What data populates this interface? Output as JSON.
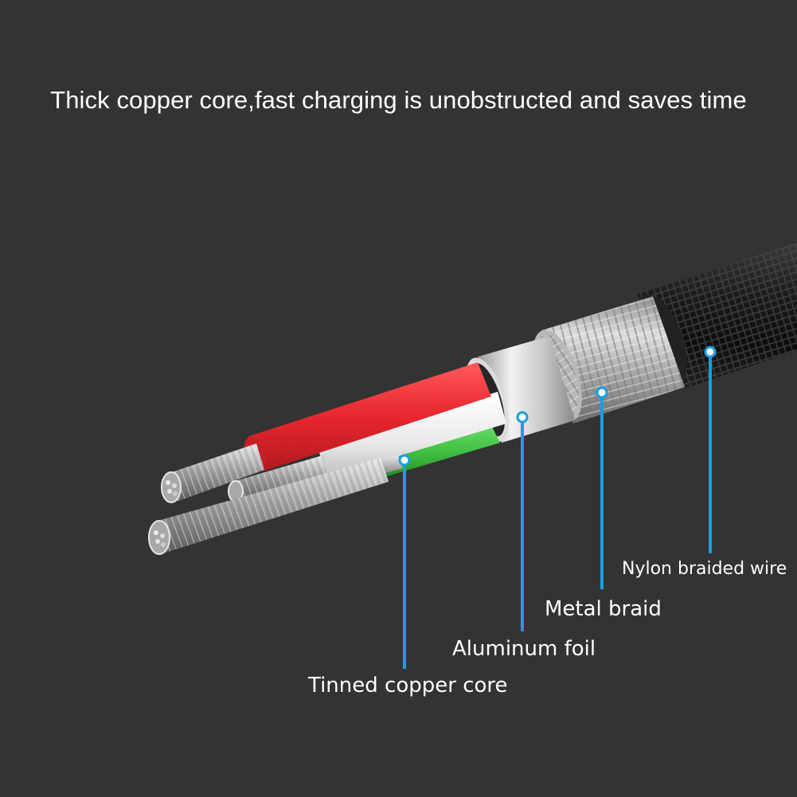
{
  "headline": "Thick copper core,fast charging is unobstructed and saves time",
  "callouts": {
    "nylon": "Nylon braided wire",
    "metal": "Metal braid",
    "foil": "Aluminum foil",
    "copper": "Tinned copper core"
  },
  "colors": {
    "background": "#333333",
    "callout_line": "#1a9ee0",
    "red_wire": "#e8262d",
    "white_wire": "#f1f1f1",
    "green_wire": "#3dbb3d",
    "foil": "#c8c8c8",
    "nylon": "#1a1a1a"
  },
  "illustration": "cable-cross-section"
}
